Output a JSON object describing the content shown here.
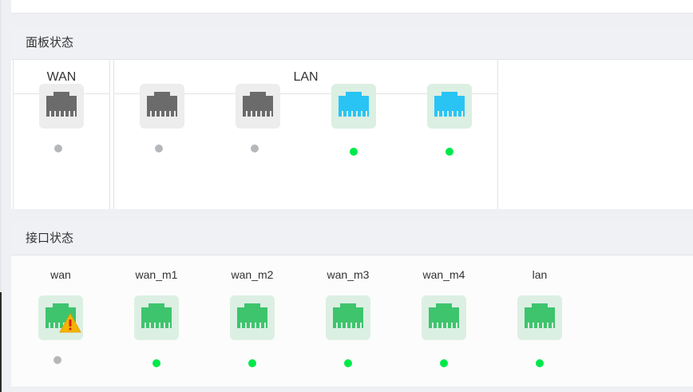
{
  "panel_status": {
    "title": "面板状态",
    "wan_group": {
      "title": "WAN",
      "ports": [
        {
          "color": "#6b6b6b",
          "link": "off"
        }
      ]
    },
    "lan_group": {
      "title": "LAN",
      "ports": [
        {
          "color": "#6b6b6b",
          "link": "off"
        },
        {
          "color": "#6b6b6b",
          "link": "off"
        },
        {
          "color": "#29c4f4",
          "link": "on"
        },
        {
          "color": "#29c4f4",
          "link": "on"
        }
      ]
    }
  },
  "interface_status": {
    "title": "接口状态",
    "interfaces": [
      {
        "name": "wan",
        "link": "off",
        "warning": true
      },
      {
        "name": "wan_m1",
        "link": "on",
        "warning": false
      },
      {
        "name": "wan_m2",
        "link": "on",
        "warning": false
      },
      {
        "name": "wan_m3",
        "link": "on",
        "warning": false
      },
      {
        "name": "wan_m4",
        "link": "on",
        "warning": false
      },
      {
        "name": "lan",
        "link": "on",
        "warning": false
      }
    ],
    "icon_color": "#3ec46d"
  },
  "colors": {
    "link_on": "#00e84a",
    "link_off": "#b5b8bb",
    "warning": "#f5b400"
  }
}
